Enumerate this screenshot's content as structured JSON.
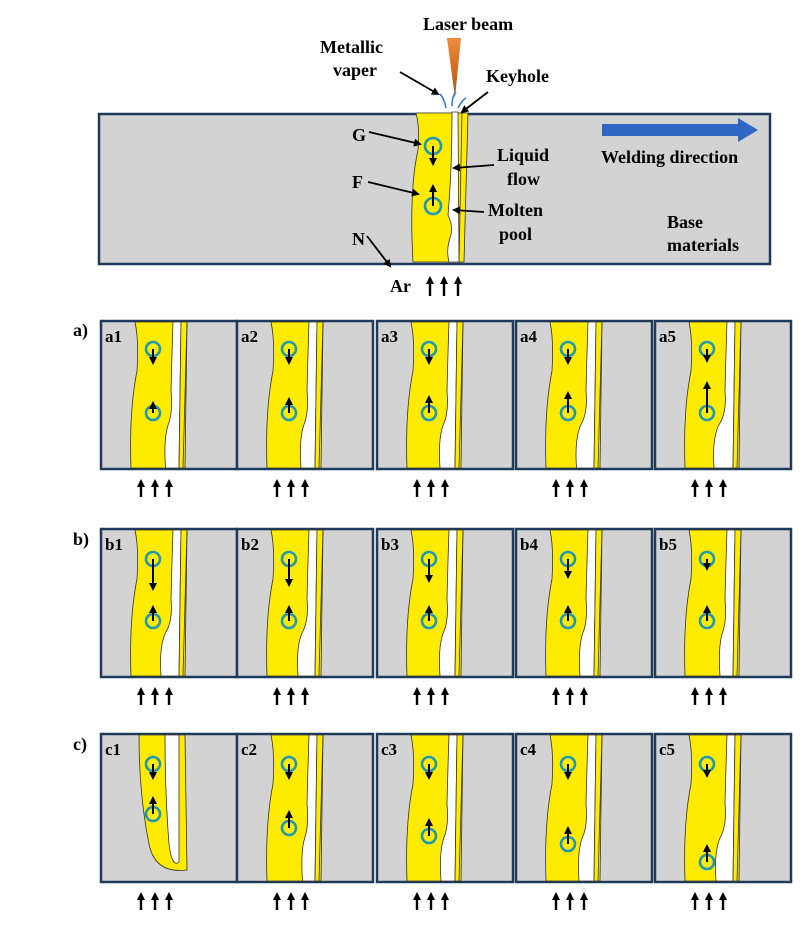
{
  "top_labels": {
    "laser_beam": "Laser beam",
    "metallic_vaper_line1": "Metallic",
    "metallic_vaper_line2": "vaper",
    "keyhole": "Keyhole",
    "g": "G",
    "f": "F",
    "n": "N",
    "liquid_flow_line1": "Liquid",
    "liquid_flow_line2": "flow",
    "molten_pool_line1": "Molten",
    "molten_pool_line2": "pool",
    "welding_direction": "Welding direction",
    "base_materials_line1": "Base",
    "base_materials_line2": "materials",
    "ar": "Ar"
  },
  "rows": [
    {
      "label": "a)",
      "panels": [
        "a1",
        "a2",
        "a3",
        "a4",
        "a5"
      ]
    },
    {
      "label": "b)",
      "panels": [
        "b1",
        "b2",
        "b3",
        "b4",
        "b5"
      ]
    },
    {
      "label": "c)",
      "panels": [
        "c1",
        "c2",
        "c3",
        "c4",
        "c5"
      ]
    }
  ],
  "colors": {
    "base_material": "#d3d3d3",
    "molten_pool": "#ffeb00",
    "keyhole": "#ffffff",
    "ring": "#1e9ab0",
    "border": "#1f3a5a",
    "welding_arrow": "#2f66c4",
    "laser": "#d2691e"
  },
  "icons": {
    "flow_marker": "circle-icon",
    "gas_flow": "arrow-up-icon",
    "direction": "arrow-right-icon"
  }
}
